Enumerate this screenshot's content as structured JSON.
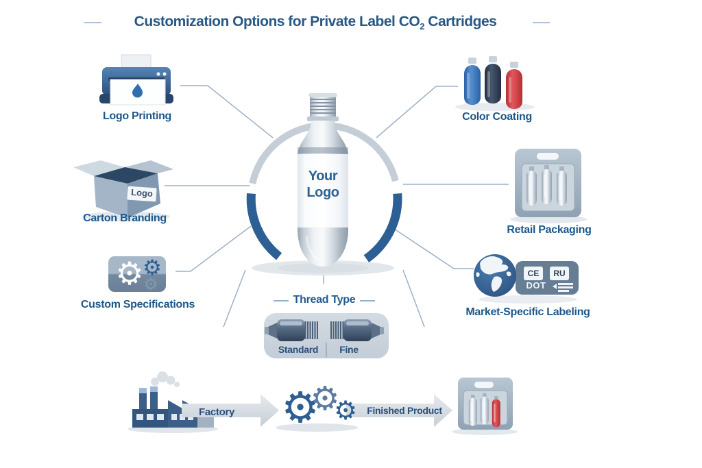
{
  "title": {
    "prefix": "Customization Options for Private Label CO",
    "subscript": "2",
    "suffix": " Cartridges"
  },
  "options": {
    "logo_printing": "Logo Printing",
    "color_coating": "Color Coating",
    "carton_branding": "Carton Branding",
    "retail_packaging": "Retail Packaging",
    "custom_specifications": "Custom Specifications",
    "market_labeling": "Market-Specific Labeling"
  },
  "center_cartridge": {
    "logo_line1": "Your",
    "logo_line2": "Logo"
  },
  "carton": {
    "label": "Logo"
  },
  "thread_type": {
    "heading": "Thread Type",
    "standard": "Standard",
    "fine": "Fine"
  },
  "market_badge": {
    "ce": "CE",
    "ru": "RU",
    "dot": "DOT"
  },
  "process_flow": {
    "factory": "Factory",
    "finished_product": "Finished Product"
  },
  "icons": {
    "gear": "⚙"
  },
  "colors": {
    "title_blue": "#2a5885",
    "label_blue": "#1e578a",
    "arc_blue": "#2c5f93",
    "connector_gray": "#9cb0c5",
    "cartridge_blue": "#3a7bc4",
    "cartridge_navy": "#2e3d52",
    "cartridge_red": "#d23c40"
  }
}
